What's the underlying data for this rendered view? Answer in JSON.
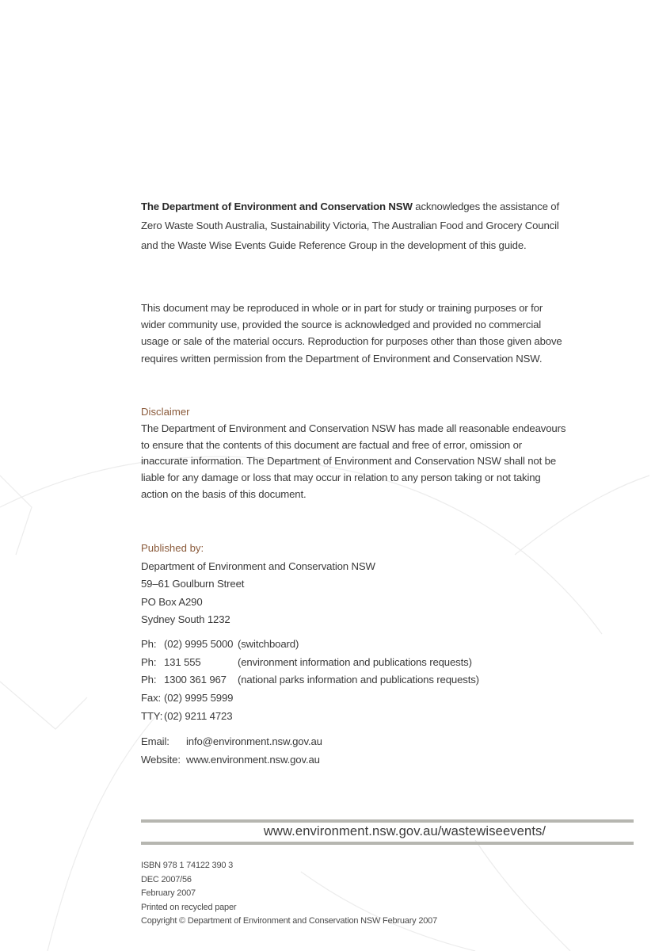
{
  "acknowledgement": {
    "org_bold": "The Department of Environment and Conservation NSW",
    "text": " acknowledges the assistance of Zero Waste South Australia, Sustainability Victoria, The Australian Food and Grocery Council and the Waste Wise Events Guide Reference Group in the development of this guide."
  },
  "reproduction": {
    "text": "This document may be reproduced in whole or in part for study or training purposes or for wider community use, provided the source is acknowledged and provided no commercial usage or sale of the material occurs. Reproduction for purposes other than those given above requires written permission from the Department of Environment and Conservation NSW."
  },
  "disclaimer": {
    "heading": "Disclaimer",
    "text": "The Department of Environment and Conservation NSW has made all reasonable endeavours to ensure that the contents of this document are factual and free of error, omission or inaccurate information. The Department of Environment and Conservation NSW shall not be liable for any damage or loss that may occur in relation to any person taking or not taking action on the basis of this document."
  },
  "published": {
    "heading": "Published by:",
    "address": [
      "Department of Environment and Conservation NSW",
      "59–61 Goulburn Street",
      "PO Box A290",
      "Sydney South 1232"
    ]
  },
  "phones": [
    {
      "label": "Ph:",
      "number": "(02) 9995 5000",
      "note": "(switchboard)"
    },
    {
      "label": "Ph:",
      "number": "131 555",
      "note": "(environment information and publications requests)"
    },
    {
      "label": "Ph:",
      "number": "1300 361 967",
      "note": "(national parks information and publications requests)"
    },
    {
      "label": "Fax:",
      "number": "(02) 9995 5999",
      "note": ""
    },
    {
      "label": "TTY:",
      "number": "(02) 9211 4723",
      "note": ""
    }
  ],
  "contact": {
    "email_label": "Email:",
    "email": "info@environment.nsw.gov.au",
    "website_label": "Website:",
    "website": "www.environment.nsw.gov.au"
  },
  "banner_url": "www.environment.nsw.gov.au/wastewiseevents/",
  "footer": [
    "ISBN 978 1 74122 390 3",
    "DEC 2007/56",
    "February 2007",
    "Printed on recycled paper",
    "Copyright © Department of Environment and Conservation NSW February 2007"
  ],
  "colors": {
    "accent": "#8a5a3a",
    "rule": "#b6b6b0",
    "text": "#3a3a3a"
  }
}
